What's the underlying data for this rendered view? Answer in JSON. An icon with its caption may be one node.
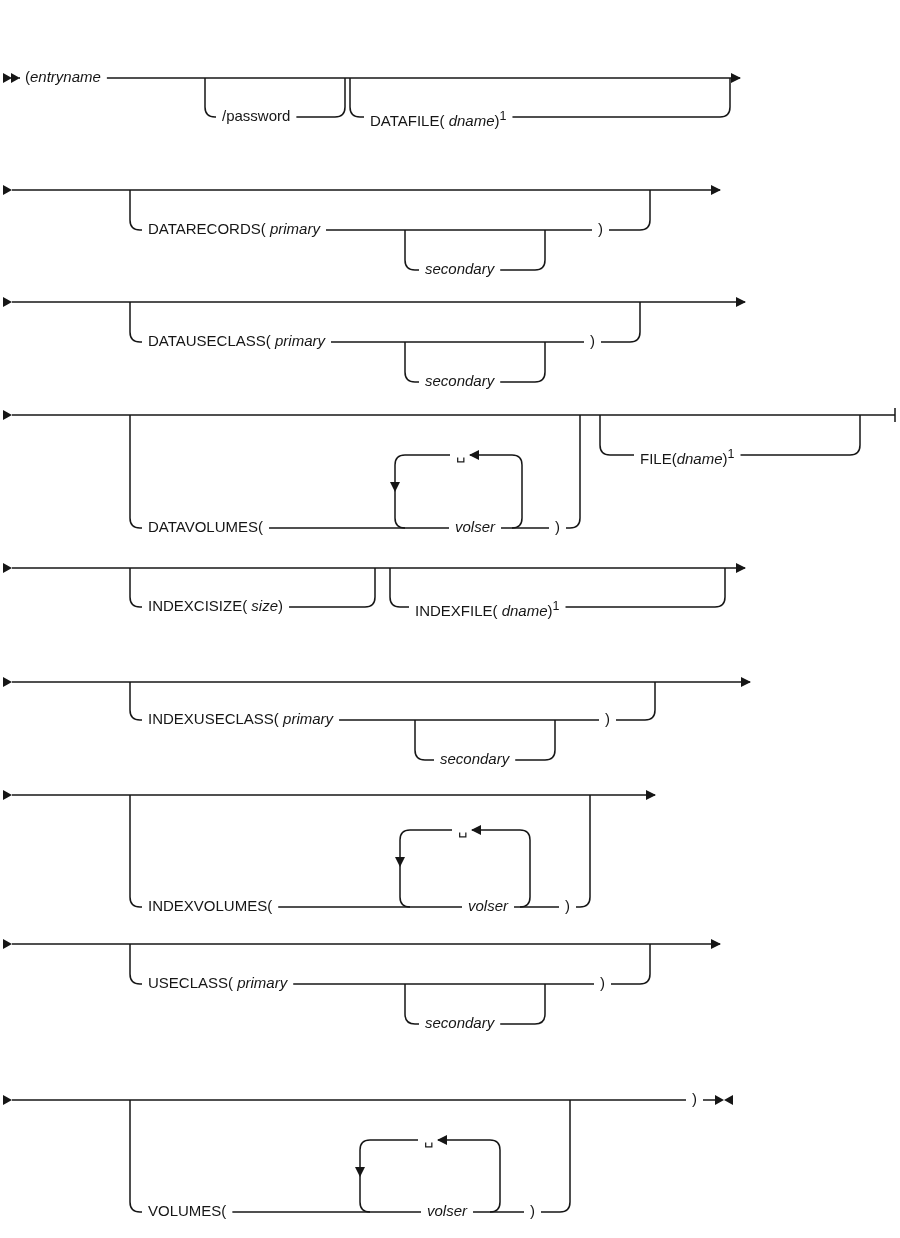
{
  "diagram": {
    "labels": [
      "(*entryname*",
      "/password",
      "DATAFILE( *dname*)$^{1}$",
      "DATARECORDS( *primary*",
      ")",
      "secondary",
      "DATAUSECLASS( *primary*",
      ")",
      "secondary",
      "␣",
      "DATAVOLUMES(",
      "volser",
      ")",
      "FILE(*dname*)$^{1}$",
      "INDEXCISIZE( *size*)",
      "INDEXFILE( *dname*)$^{1}$",
      "INDEXUSECLASS( *primary*",
      ")",
      "secondary",
      "␣",
      "INDEXVOLUMES(",
      "volser",
      ")",
      "USECLASS( *primary*",
      ")",
      "secondary",
      ")",
      "␣",
      "VOLUMES(",
      "volser",
      ")"
    ]
  }
}
